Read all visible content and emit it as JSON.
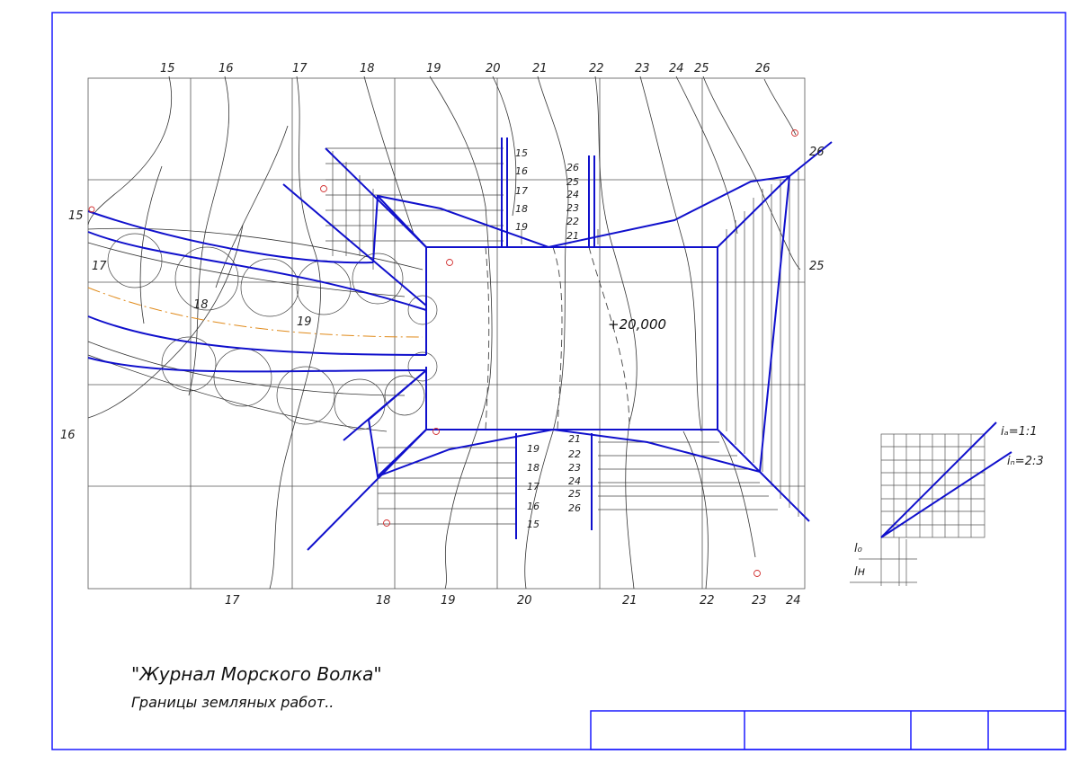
{
  "colors": {
    "frame": "#1a1aff",
    "earthwork": "#1010cc",
    "grid": "#555555",
    "contour": "#333333",
    "axis": "#e08a1a",
    "marker": "#d23030"
  },
  "top_labels": [
    "15",
    "16",
    "17",
    "18",
    "19",
    "20",
    "21",
    "22",
    "23",
    "24",
    "25",
    "26"
  ],
  "bottom_labels": [
    "17",
    "18",
    "19",
    "20",
    "21",
    "22",
    "23",
    "24"
  ],
  "left_labels": [
    "15",
    "16",
    "17",
    "18",
    "19"
  ],
  "right_labels": [
    "26",
    "25"
  ],
  "upper_scale_left": [
    "15",
    "16",
    "17",
    "18",
    "19"
  ],
  "upper_scale_right": [
    "26",
    "25",
    "24",
    "23",
    "22",
    "21"
  ],
  "lower_scale_left": [
    "19",
    "18",
    "17",
    "16",
    "15"
  ],
  "lower_scale_right": [
    "21",
    "22",
    "23",
    "24",
    "25",
    "26"
  ],
  "elevation": "+20,000",
  "slope": {
    "i_a": "iₐ=1:1",
    "i_n": "iₙ=2:3",
    "l_o": "l₀",
    "l_n": "lн"
  },
  "caption": {
    "title": "\"Журнал Морского Волка\"",
    "subtitle": "Границы земляных работ.."
  }
}
